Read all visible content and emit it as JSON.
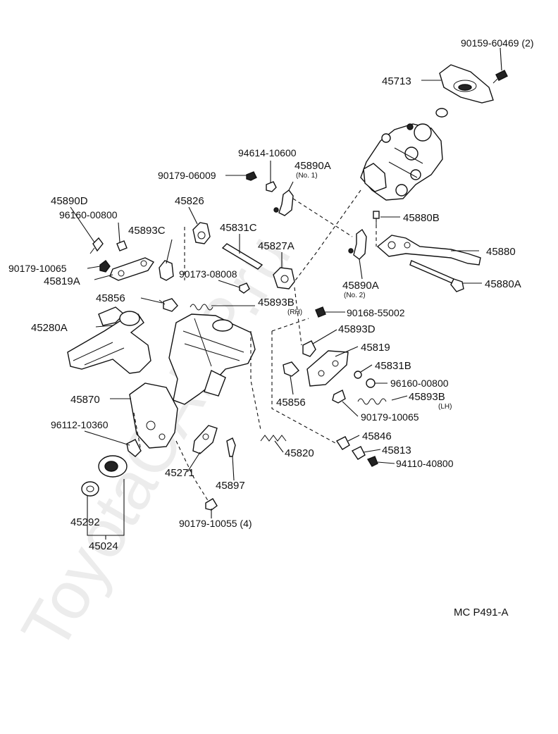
{
  "watermark": "ToyotaCAMP.ru",
  "diagram_code": "MC P491-A",
  "parts": {
    "p90159_60469": {
      "number": "90159-60469",
      "qty": "(2)"
    },
    "p45713": {
      "number": "45713"
    },
    "p94614_10600": {
      "number": "94614-10600"
    },
    "p90179_06009": {
      "number": "90179-06009"
    },
    "p45890A_1": {
      "number": "45890A",
      "note": "(No. 1)"
    },
    "p45880B": {
      "number": "45880B"
    },
    "p45880": {
      "number": "45880"
    },
    "p45880A": {
      "number": "45880A"
    },
    "p45890A_2": {
      "number": "45890A",
      "note": "(No. 2)"
    },
    "p45890D": {
      "number": "45890D"
    },
    "p96160_00800_a": {
      "number": "96160-00800"
    },
    "p45826": {
      "number": "45826"
    },
    "p45831C": {
      "number": "45831C"
    },
    "p45827A": {
      "number": "45827A"
    },
    "p45893C": {
      "number": "45893C"
    },
    "p90179_10065_a": {
      "number": "90179-10065"
    },
    "p45819A": {
      "number": "45819A"
    },
    "p90173_08008": {
      "number": "90173-08008"
    },
    "p45856_a": {
      "number": "45856"
    },
    "p45893B_rh": {
      "number": "45893B",
      "note": "(RH)"
    },
    "p90168_55002": {
      "number": "90168-55002"
    },
    "p45280A": {
      "number": "45280A"
    },
    "p45893D": {
      "number": "45893D"
    },
    "p45819": {
      "number": "45819"
    },
    "p45831B": {
      "number": "45831B"
    },
    "p96160_00800_b": {
      "number": "96160-00800"
    },
    "p45870": {
      "number": "45870"
    },
    "p45856_b": {
      "number": "45856"
    },
    "p45893B_lh": {
      "number": "45893B",
      "note": "(LH)"
    },
    "p90179_10065_b": {
      "number": "90179-10065"
    },
    "p96112_10360": {
      "number": "96112-10360"
    },
    "p45846": {
      "number": "45846"
    },
    "p45820": {
      "number": "45820"
    },
    "p45813": {
      "number": "45813"
    },
    "p94110_40800": {
      "number": "94110-40800"
    },
    "p45271": {
      "number": "45271"
    },
    "p45897": {
      "number": "45897"
    },
    "p45292": {
      "number": "45292"
    },
    "p90179_10055": {
      "number": "90179-10055",
      "qty": "(4)"
    },
    "p45024": {
      "number": "45024"
    }
  }
}
